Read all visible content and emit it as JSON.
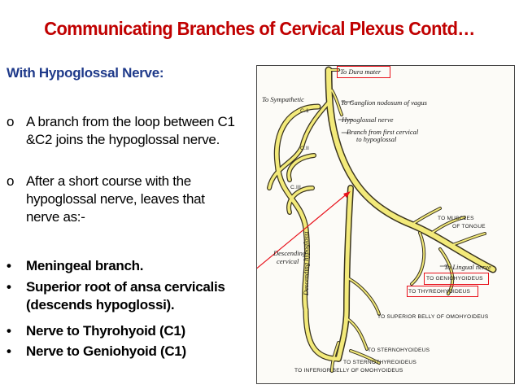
{
  "title": "Communicating Branches of Cervical Plexus Contd…",
  "subtitle": "With Hypoglossal Nerve:",
  "bullets": [
    {
      "marker": "o",
      "lines": [
        "A branch from the loop between C1",
        "&C2 joins the hypoglossal nerve."
      ]
    },
    {
      "marker": "o",
      "lines": [
        "After a short course with the",
        "hypoglossal nerve, leaves that",
        "nerve as:-"
      ]
    },
    {
      "marker": "•",
      "lines": [
        "Meningeal branch."
      ]
    },
    {
      "marker": "•",
      "lines": [
        "Superior root of ansa cervicalis",
        "(descends hypoglossi)."
      ]
    },
    {
      "marker": "•",
      "lines": [
        "Nerve to Thyrohyoid (C1)"
      ]
    },
    {
      "marker": "•",
      "lines": [
        "Nerve to Geniohyoid (C1)"
      ]
    }
  ],
  "diagram": {
    "labels": {
      "dura_mater": "To Dura mater",
      "sympathetic": "To Sympathetic",
      "c1": "C.1",
      "c2": "C.II",
      "c3": "C.III",
      "ganglion": "To Ganglion nodosum of vagus",
      "hypoglossal_nerve": "Hypoglossal nerve",
      "branch_line1": "Branch from first cervical",
      "branch_line2": "to hypoglossal",
      "muscles_line1": "TO MUSCLES",
      "muscles_line2": "OF TONGUE",
      "descending_line1": "Descending",
      "descending_line2": "cervical",
      "descending_hypoglossi": "Descending hypoglossi",
      "lingual": "To Lingual nerve",
      "geniohyoideus": "TO GENIOHYOIDEUS",
      "thyreohyoideus": "TO THYREOHYOIDEUS",
      "omohyoideus_sup": "TO SUPERIOR BELLY OF OMOHYOIDEUS",
      "sternohyoideus": "TO STERNOHYOIDEUS",
      "sternothyreoideus": "TO STERNOTHYREOIDEUS",
      "omohyoideus_inf": "TO INFERIOR BELLY OF OMOHYOIDEUS"
    }
  },
  "colors": {
    "title": "#c00000",
    "subtitle": "#1f3a8a",
    "text": "#1a1a1a",
    "highlight": "#e8111b",
    "nerve_fill": "#f3ea7a",
    "nerve_stroke": "#3a3420"
  }
}
